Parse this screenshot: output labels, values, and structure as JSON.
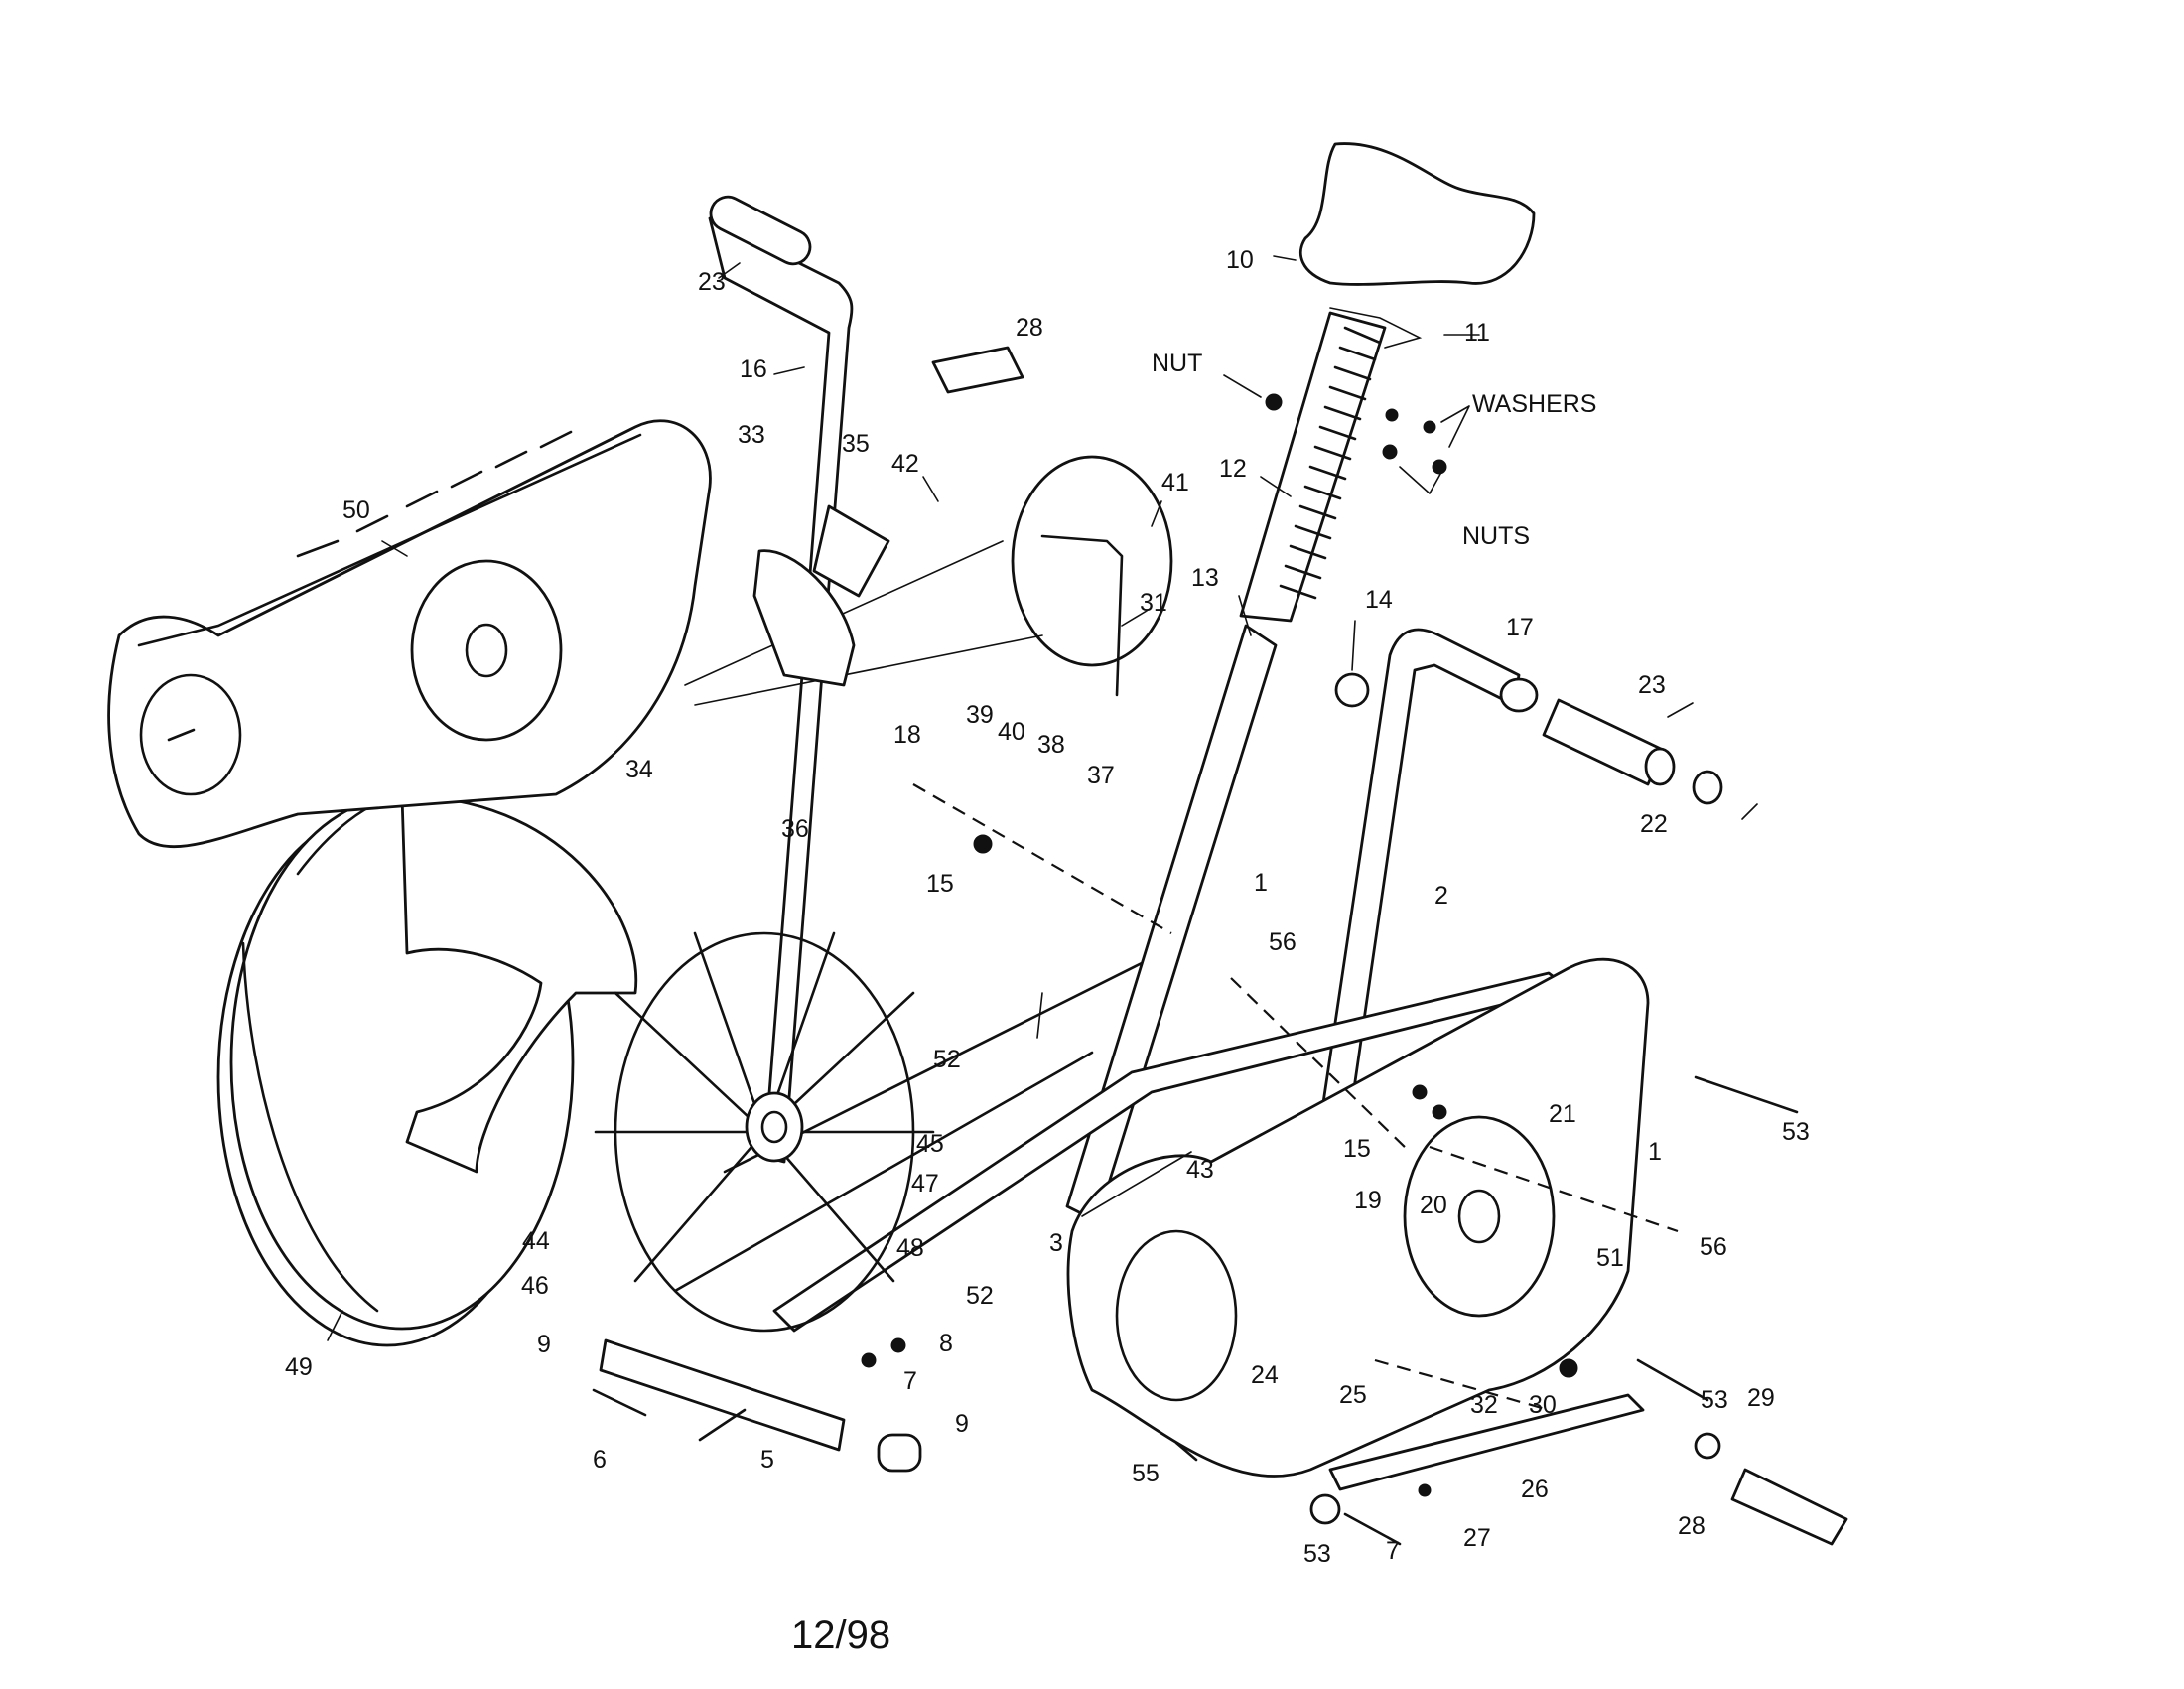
{
  "date_code": "12/98",
  "callouts": [
    {
      "id": "c10",
      "text": "10"
    },
    {
      "id": "c11",
      "text": "11"
    },
    {
      "id": "c12",
      "text": "12"
    },
    {
      "id": "c13",
      "text": "13"
    },
    {
      "id": "c14",
      "text": "14"
    },
    {
      "id": "c17",
      "text": "17"
    },
    {
      "id": "c23r",
      "text": "23"
    },
    {
      "id": "c22",
      "text": "22"
    },
    {
      "id": "c23l",
      "text": "23"
    },
    {
      "id": "c16",
      "text": "16"
    },
    {
      "id": "c28t",
      "text": "28"
    },
    {
      "id": "c50",
      "text": "50"
    },
    {
      "id": "c33",
      "text": "33"
    },
    {
      "id": "c35",
      "text": "35"
    },
    {
      "id": "c42",
      "text": "42"
    },
    {
      "id": "c41",
      "text": "41"
    },
    {
      "id": "c31",
      "text": "31"
    },
    {
      "id": "c34",
      "text": "34"
    },
    {
      "id": "c36",
      "text": "36"
    },
    {
      "id": "c18",
      "text": "18"
    },
    {
      "id": "c39",
      "text": "39"
    },
    {
      "id": "c40",
      "text": "40"
    },
    {
      "id": "c38",
      "text": "38"
    },
    {
      "id": "c37",
      "text": "37"
    },
    {
      "id": "c15a",
      "text": "15"
    },
    {
      "id": "c1a",
      "text": "1"
    },
    {
      "id": "c2",
      "text": "2"
    },
    {
      "id": "c56a",
      "text": "56"
    },
    {
      "id": "c52a",
      "text": "52"
    },
    {
      "id": "c45",
      "text": "45"
    },
    {
      "id": "c47",
      "text": "47"
    },
    {
      "id": "c43",
      "text": "43"
    },
    {
      "id": "c3",
      "text": "3"
    },
    {
      "id": "c48",
      "text": "48"
    },
    {
      "id": "c44",
      "text": "44"
    },
    {
      "id": "c46",
      "text": "46"
    },
    {
      "id": "c52b",
      "text": "52"
    },
    {
      "id": "c49",
      "text": "49"
    },
    {
      "id": "c9a",
      "text": "9"
    },
    {
      "id": "c8",
      "text": "8"
    },
    {
      "id": "c7a",
      "text": "7"
    },
    {
      "id": "c9b",
      "text": "9"
    },
    {
      "id": "c6",
      "text": "6"
    },
    {
      "id": "c5",
      "text": "5"
    },
    {
      "id": "c15b",
      "text": "15"
    },
    {
      "id": "c19",
      "text": "19"
    },
    {
      "id": "c20",
      "text": "20"
    },
    {
      "id": "c21",
      "text": "21"
    },
    {
      "id": "c1b",
      "text": "1"
    },
    {
      "id": "c53a",
      "text": "53"
    },
    {
      "id": "c56b",
      "text": "56"
    },
    {
      "id": "c51",
      "text": "51"
    },
    {
      "id": "c24",
      "text": "24"
    },
    {
      "id": "c25",
      "text": "25"
    },
    {
      "id": "c32",
      "text": "32"
    },
    {
      "id": "c30",
      "text": "30"
    },
    {
      "id": "c53b",
      "text": "53"
    },
    {
      "id": "c29",
      "text": "29"
    },
    {
      "id": "c55",
      "text": "55"
    },
    {
      "id": "c26",
      "text": "26"
    },
    {
      "id": "c28b",
      "text": "28"
    },
    {
      "id": "c53c",
      "text": "53"
    },
    {
      "id": "c7b",
      "text": "7"
    },
    {
      "id": "c27",
      "text": "27"
    }
  ],
  "hardware_labels": {
    "nut": "NUT",
    "washers": "WASHERS",
    "nuts": "NUTS"
  }
}
